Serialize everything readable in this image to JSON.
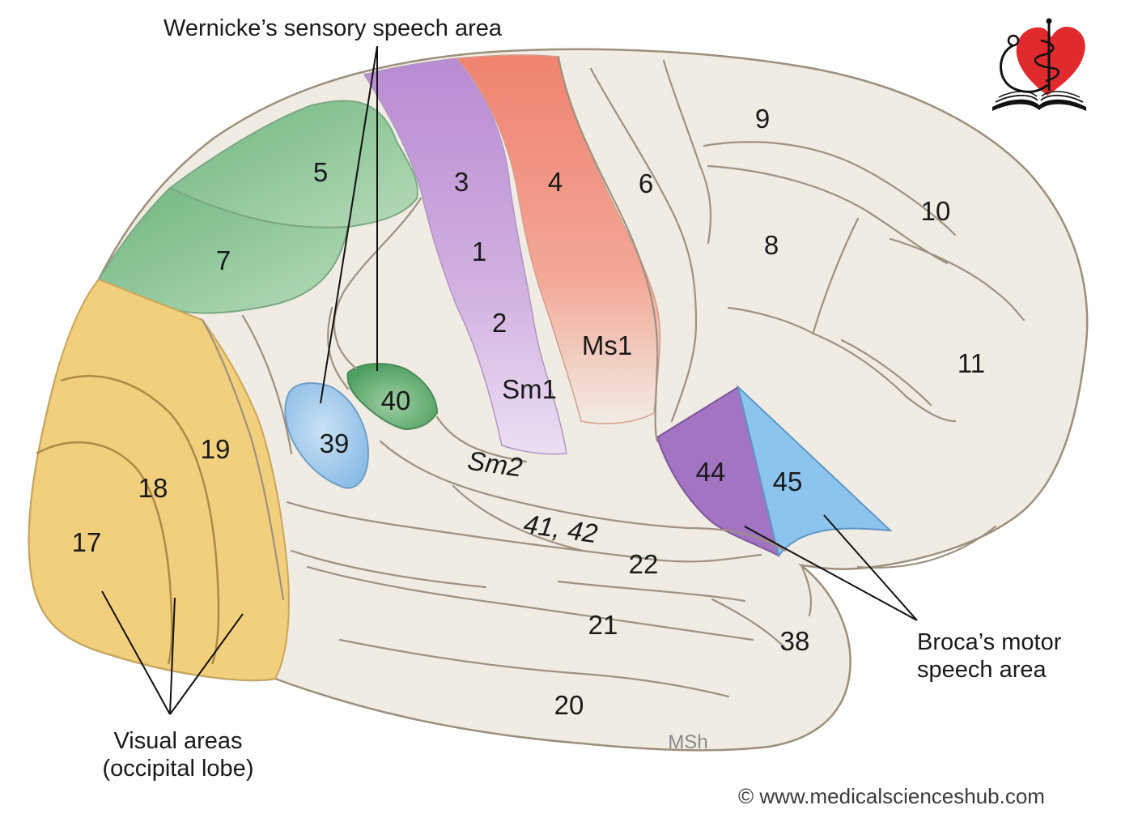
{
  "labels": {
    "wernicke": "Wernicke’s sensory speech area",
    "broca_line1": "Broca’s motor",
    "broca_line2": "speech area",
    "visual_line1": "Visual areas",
    "visual_line2": "(occipital lobe)",
    "signature": "MSh",
    "copyright": "© www.medicalscienceshub.com"
  },
  "areas": {
    "a5": "5",
    "a7": "7",
    "a3": "3",
    "a1": "1",
    "a2": "2",
    "sm1": "Sm1",
    "a4": "4",
    "ms1": "Ms1",
    "a6": "6",
    "a9": "9",
    "a8": "8",
    "a10": "10",
    "a11": "11",
    "a39": "39",
    "a40": "40",
    "sm2": "Sm2",
    "a41_42": "41, 42",
    "a44": "44",
    "a45": "45",
    "a22": "22",
    "a21": "21",
    "a38": "38",
    "a20": "20",
    "a19": "19",
    "a18": "18",
    "a17": "17"
  },
  "colors": {
    "parietal_green": "#8cc49a",
    "somatosensory_purple": "#b88ed0",
    "motor_red": "#f08a78",
    "visual_yellow": "#f2cf7c",
    "wernicke_blue": "#9cc9ec",
    "wernicke_green": "#5aa86a",
    "broca_purple": "#a274c2",
    "broca_blue": "#8cc4ee",
    "logo_red": "#e02a2e"
  },
  "logo": {
    "icon": "heart-caduceus-book-logo"
  }
}
